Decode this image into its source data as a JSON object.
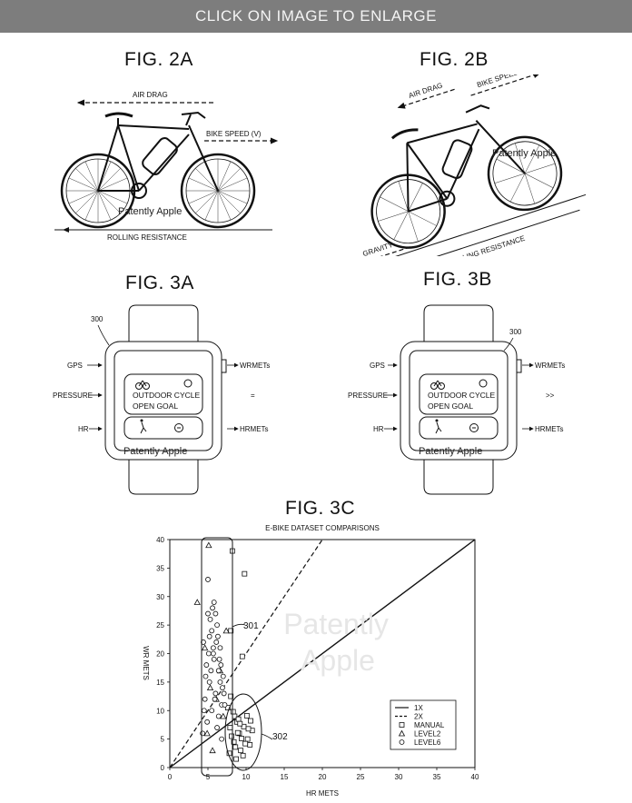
{
  "banner": {
    "text": "CLICK ON IMAGE TO ENLARGE"
  },
  "figures": {
    "fig2a": {
      "label": "FIG. 2A",
      "air_drag": "AIR DRAG",
      "bike_speed": "BIKE SPEED (V)",
      "rolling_resistance": "ROLLING RESISTANCE",
      "watermark": "Patently Apple"
    },
    "fig2b": {
      "label": "FIG. 2B",
      "air_drag": "AIR DRAG",
      "bike_speed": "BIKE SPEED (V)",
      "gravity": "GRAVITY",
      "rolling_resistance": "ROLLING RESISTANCE",
      "watermark": "Patently Apple"
    },
    "fig3a": {
      "label": "FIG. 3A",
      "ref": "300",
      "inputs": [
        "GPS",
        "PRESSURE",
        "HR"
      ],
      "outputs": [
        "WRMETs",
        "=",
        "HRMETs"
      ],
      "workout": "OUTDOOR CYCLE",
      "goal": "OPEN GOAL",
      "watermark": "Patently Apple"
    },
    "fig3b": {
      "label": "FIG. 3B",
      "ref": "300",
      "inputs": [
        "GPS",
        "PRESSURE",
        "HR"
      ],
      "outputs": [
        "WRMETs",
        ">>",
        "HRMETs"
      ],
      "workout": "OUTDOOR CYCLE",
      "goal": "OPEN GOAL",
      "watermark": "Patently Apple"
    },
    "fig3c": {
      "label": "FIG. 3C",
      "callout_301": "301",
      "callout_302": "302",
      "watermark_line1": "Patently",
      "watermark_line2": "Apple"
    }
  },
  "chart_data": {
    "type": "scatter",
    "title": "E-BIKE DATASET COMPARISONS",
    "xlabel": "HR METS",
    "ylabel": "WR METS",
    "xlim": [
      0,
      40
    ],
    "ylim": [
      0,
      40
    ],
    "x_ticks": [
      0,
      5,
      10,
      15,
      20,
      25,
      30,
      35,
      40
    ],
    "y_ticks": [
      0,
      5,
      10,
      15,
      20,
      25,
      30,
      35,
      40
    ],
    "grid": false,
    "legend_position": "bottom-right",
    "legend": [
      "1X",
      "2X",
      "MANUAL",
      "LEVEL2",
      "LEVEL6"
    ],
    "series": [
      {
        "name": "1X",
        "style": "solid-line",
        "x": [
          0,
          40
        ],
        "y": [
          0,
          40
        ]
      },
      {
        "name": "2X",
        "style": "dashed-line",
        "x": [
          0,
          20
        ],
        "y": [
          0,
          40
        ]
      },
      {
        "name": "MANUAL",
        "marker": "square",
        "x": [
          8.2,
          9.8,
          8.0,
          9.5,
          10.2,
          8.8,
          9.1,
          10.5,
          7.9,
          8.5,
          9.3,
          10.8,
          8.1,
          9.0,
          9.7,
          8.4,
          10.1,
          8.9,
          7.8,
          9.4,
          8.6,
          10.6,
          9.2,
          8.3,
          9.9,
          8.7,
          10.3,
          7.6,
          8.0,
          9.6
        ],
        "y": [
          38,
          34,
          24,
          19.5,
          5,
          8,
          6,
          4,
          7,
          9,
          3,
          6.5,
          5.5,
          8.5,
          7.2,
          4.5,
          9.1,
          6.1,
          2.5,
          5.1,
          3.6,
          8.2,
          7.7,
          9.8,
          4.2,
          1.5,
          6.8,
          10.5,
          12.5,
          2.1
        ]
      },
      {
        "name": "LEVEL2",
        "marker": "triangle",
        "x": [
          3.6,
          5.1,
          4.6,
          7.4,
          5.6,
          4.9,
          6.1,
          6.6,
          5.3,
          7.0
        ],
        "y": [
          29,
          39,
          21,
          24,
          3,
          6,
          12,
          17,
          14,
          9
        ]
      },
      {
        "name": "LEVEL6",
        "marker": "circle",
        "x": [
          4.4,
          4.8,
          5.0,
          5.2,
          5.5,
          5.7,
          6.0,
          6.2,
          6.4,
          6.6,
          6.8,
          7.0,
          4.6,
          5.3,
          5.8,
          6.3,
          6.9,
          4.5,
          5.1,
          5.6,
          6.1,
          6.7,
          4.7,
          5.4,
          5.9,
          6.5,
          7.1,
          4.9,
          5.5,
          6.0,
          6.6,
          4.3,
          5.2,
          5.7,
          6.4,
          7.2,
          5.0,
          5.8,
          6.2,
          6.8
        ],
        "y": [
          22,
          18,
          27,
          15,
          24,
          20,
          13,
          25,
          17,
          21,
          11,
          16,
          12,
          26,
          19,
          23,
          14,
          10,
          20,
          28,
          22,
          18,
          16,
          17,
          12,
          19,
          13,
          8,
          10,
          27,
          15,
          6,
          23,
          21,
          9,
          11,
          33,
          29,
          7,
          5
        ]
      }
    ]
  }
}
